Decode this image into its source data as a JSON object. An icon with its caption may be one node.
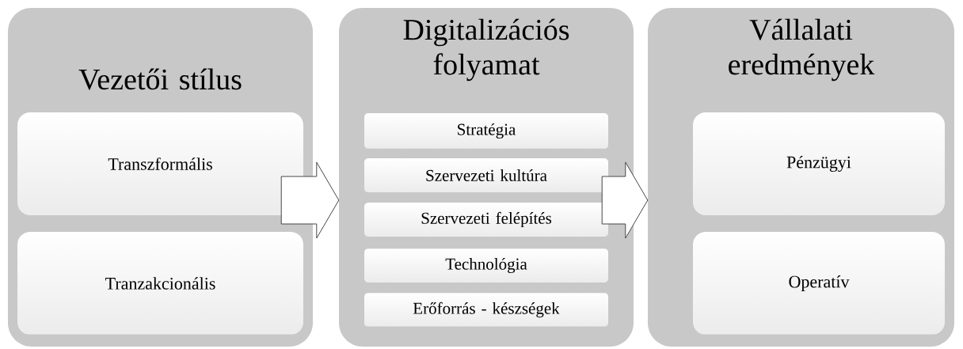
{
  "diagram": {
    "nodes": [
      {
        "text": [
          "Vezetői stílus"
        ]
      },
      {
        "text": [
          "Transzformális"
        ],
        "in": 0
      },
      {
        "text": [
          "Tranzakcionális"
        ],
        "in": 0
      },
      {
        "text": [
          "Digitalizációs folyamat"
        ]
      },
      {
        "text": [
          "Stratégia"
        ],
        "in": 3
      },
      {
        "text": [
          "Szervezeti kultúra"
        ],
        "in": 3
      },
      {
        "text": [
          "Szervezeti felépítés"
        ],
        "in": 3
      },
      {
        "text": [
          "Technológia"
        ],
        "in": 3
      },
      {
        "text": [
          "Erőforrás - készségek"
        ],
        "in": 3
      },
      {
        "text": [
          "Vállalati eredmények"
        ]
      },
      {
        "text": [
          "Pénzügyi"
        ],
        "in": 9
      },
      {
        "text": [
          "Operatív"
        ],
        "in": 9
      }
    ],
    "edges": [
      {
        "from": 0,
        "to": 3,
        "arrow": "to"
      },
      {
        "from": 3,
        "to": 9,
        "arrow": "to"
      }
    ]
  }
}
